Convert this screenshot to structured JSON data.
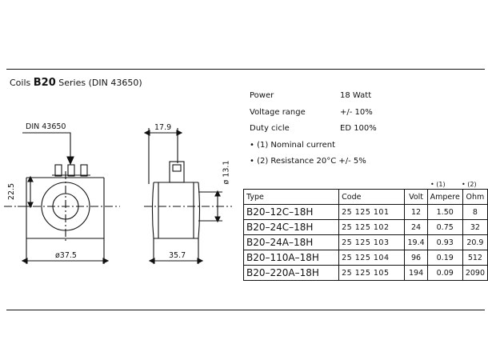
{
  "header": {
    "prefix": "Coils",
    "series": "B20",
    "suffix": "Series (DIN 43650)"
  },
  "specs": [
    {
      "label": "Power",
      "value": "18 Watt"
    },
    {
      "label": "Voltage range",
      "value": "+/-  10%"
    },
    {
      "label": "Duty cicle",
      "value": "ED 100%"
    }
  ],
  "notes": [
    "• (1)  Nominal current",
    "• (2)  Resistance  20°C  +/-  5%"
  ],
  "dimensions": {
    "din": "DIN  43650",
    "height": "22.5",
    "diameter_front": "ø37.5",
    "offset": "17.9",
    "diameter_side": "ø 13.1",
    "length": "35.7"
  },
  "table": {
    "footnotes": {
      "amp": "• (1)",
      "ohm": "• (2)"
    },
    "columns": {
      "type": "Type",
      "code": "Code",
      "volt": "Volt",
      "amp": "Ampere",
      "ohm": "Ohm"
    },
    "rows": [
      {
        "type": "B20–12C–18H",
        "code": "25  125  101",
        "volt": "12",
        "amp": "1.50",
        "ohm": "8"
      },
      {
        "type": "B20–24C–18H",
        "code": "25  125  102",
        "volt": "24",
        "amp": "0.75",
        "ohm": "32"
      },
      {
        "type": "B20–24A–18H",
        "code": "25  125  103",
        "volt": "19.4",
        "amp": "0.93",
        "ohm": "20.9"
      },
      {
        "type": "B20–110A–18H",
        "code": "25  125  104",
        "volt": "96",
        "amp": "0.19",
        "ohm": "512"
      },
      {
        "type": "B20–220A–18H",
        "code": "25  125  105",
        "volt": "194",
        "amp": "0.09",
        "ohm": "2090"
      }
    ]
  }
}
